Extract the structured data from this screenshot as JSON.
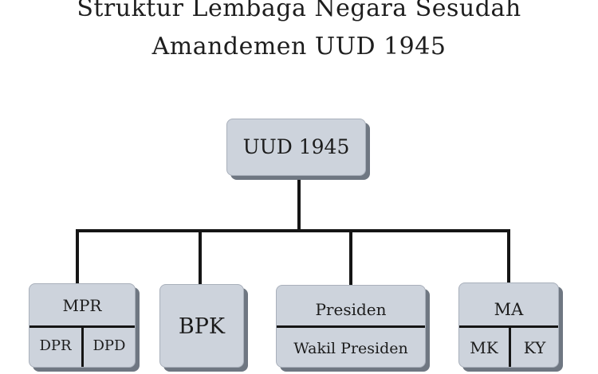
{
  "title": {
    "line1": "Struktur Lembaga Negara Sesudah",
    "line2": "Amandemen UUD 1945"
  },
  "nodes": {
    "root": "UUD 1945",
    "mpr": {
      "label": "MPR",
      "sub_left": "DPR",
      "sub_right": "DPD"
    },
    "bpk": "BPK",
    "presiden": {
      "label": "Presiden",
      "sub": "Wakil Presiden"
    },
    "ma": {
      "label": "MA",
      "sub_left": "MK",
      "sub_right": "KY"
    }
  },
  "colors": {
    "box_fill": "#cdd3dc",
    "box_shadow": "#6f7782",
    "connector": "#151515"
  }
}
